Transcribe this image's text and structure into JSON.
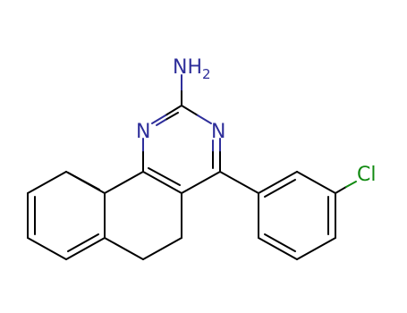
{
  "molecule": {
    "atoms": {
      "amine_n": "NH",
      "amine_h_count": "2",
      "ring_n_left": "N",
      "ring_n_right": "N",
      "chlorine": "Cl"
    },
    "colors": {
      "nitrogen": "#2e2e9a",
      "chlorine": "#118a11",
      "carbon_bond": "#000000"
    }
  }
}
